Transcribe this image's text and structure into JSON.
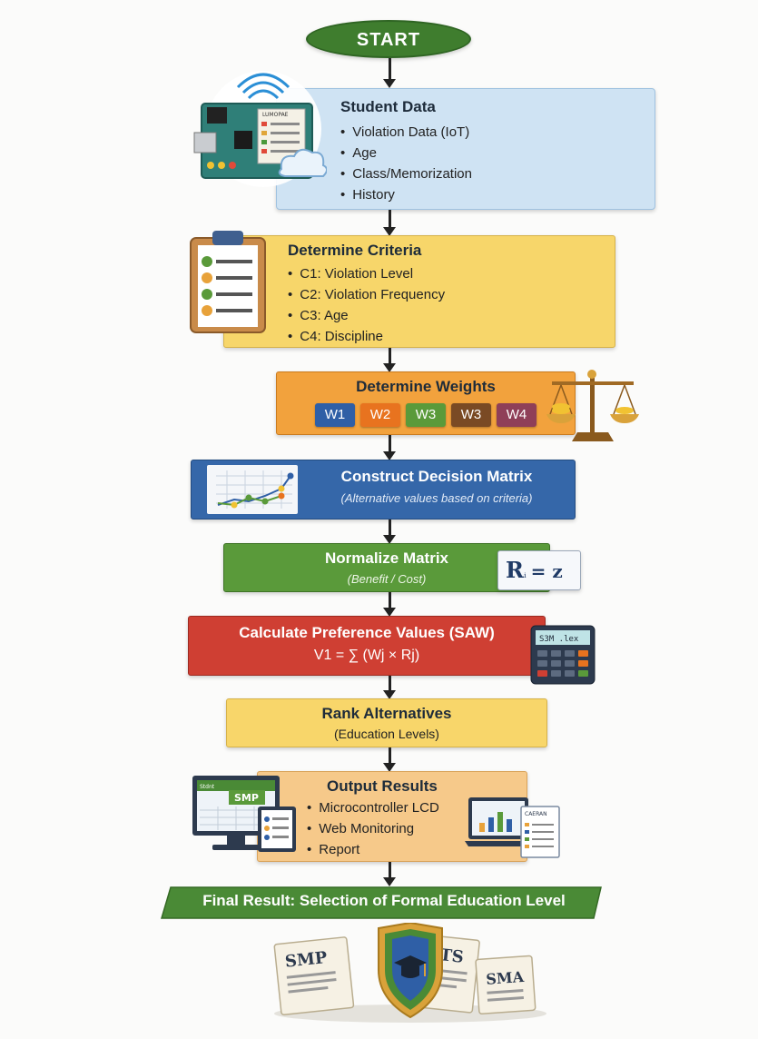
{
  "start": {
    "label": "START"
  },
  "student_data": {
    "title": "Student Data",
    "items": [
      "Violation Data (IoT)",
      "Age",
      "Class/Memorization",
      "History"
    ]
  },
  "criteria": {
    "title": "Determine Criteria",
    "items": [
      "C1: Violation Level",
      "C2: Violation Frequency",
      "C3: Age",
      "C4: Discipline"
    ]
  },
  "weights": {
    "title": "Determine Weights",
    "chips": [
      {
        "label": "W1",
        "color": "#2f5fa6"
      },
      {
        "label": "W2",
        "color": "#e8731f"
      },
      {
        "label": "W3",
        "color": "#5a9a3a"
      },
      {
        "label": "W3",
        "color": "#7a4a24"
      },
      {
        "label": "W4",
        "color": "#8f3f58"
      }
    ]
  },
  "decision_matrix": {
    "title": "Construct Decision Matrix",
    "subtitle": "(Alternative values based on criteria)"
  },
  "normalize": {
    "title": "Normalize Matrix",
    "subtitle": "(Benefit / Cost)",
    "formula": "R",
    "formula_rest": "= z"
  },
  "preference": {
    "title": "Calculate Preference Values (SAW)",
    "formula": "V1 = ∑ (Wj × Rj)",
    "calc_display": "S3M .lex"
  },
  "rank": {
    "title": "Rank Alternatives",
    "subtitle": "(Education Levels)"
  },
  "output": {
    "title": "Output Results",
    "items": [
      "Microcontroller LCD",
      "Web Monitoring",
      "Report"
    ],
    "monitor_left_label": "SMP",
    "monitor_left_small": "Stdnt",
    "monitor_right_small": "CAERAN"
  },
  "final": {
    "label": "Final Result: Selection of Formal Education Level"
  },
  "docs": {
    "left": "SMP",
    "mid": "MTS",
    "right": "SMA"
  },
  "iot_board_label": "LUMOPAE",
  "colors": {
    "start": "#3f7d2e",
    "student": "#cfe3f3",
    "criteria": "#f7d66a",
    "weights": "#f2a23d",
    "matrix": "#3567a9",
    "normalize": "#5a9a3a",
    "preference": "#cf3f33",
    "rank": "#f8d66a",
    "output": "#f6c98a",
    "final": "#4a8a36"
  }
}
